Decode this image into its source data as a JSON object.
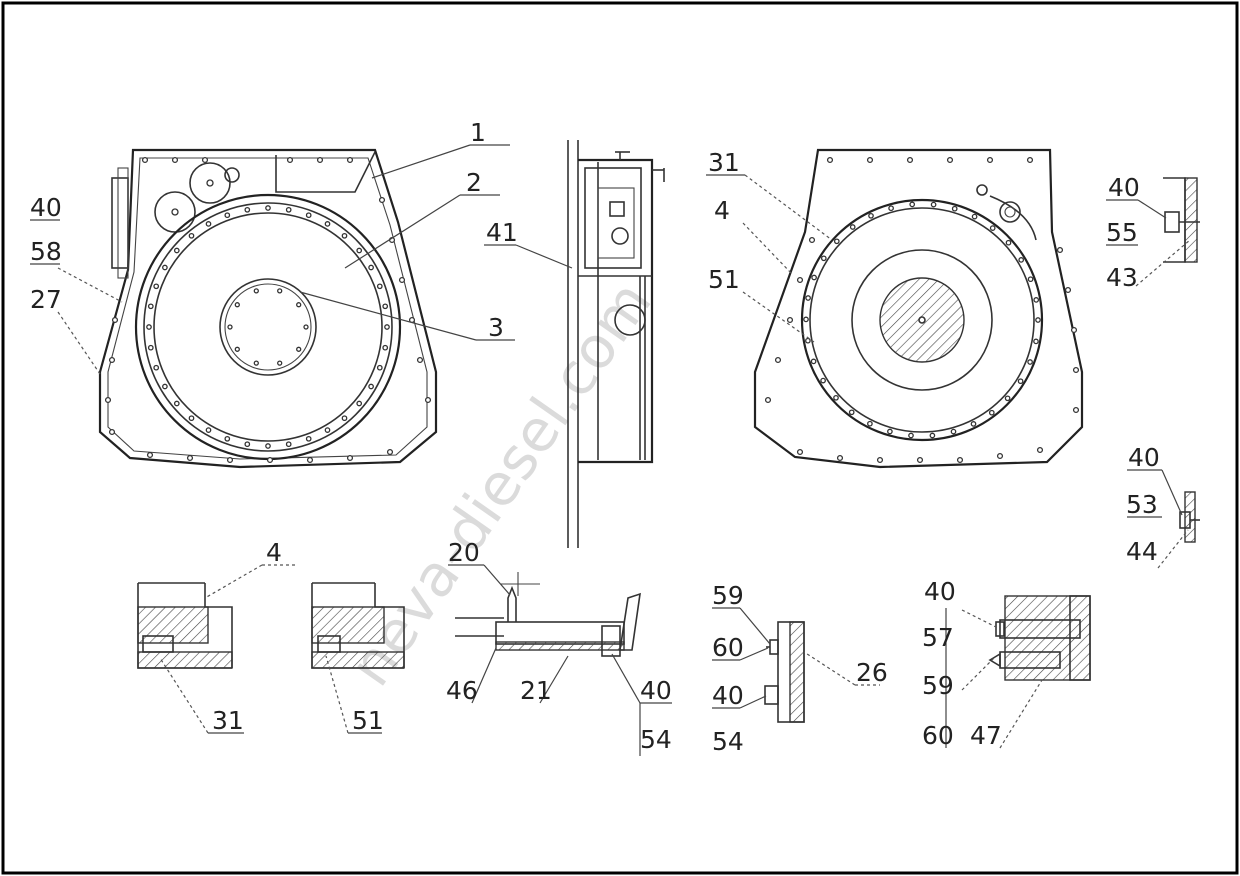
{
  "watermark": "neva-diesel.com",
  "colors": {
    "line": "#333333",
    "border": "#000000",
    "label": "#222222",
    "watermark": "#9a9a9a"
  },
  "labels": {
    "l1": "1",
    "l2": "2",
    "l3": "3",
    "l40a": "40",
    "l58": "58",
    "l27": "27",
    "l41": "41",
    "l31a": "31",
    "l4a": "4",
    "l51a": "51",
    "l40b": "40",
    "l55": "55",
    "l43": "43",
    "l40c": "40",
    "l53": "53",
    "l44": "44",
    "l4b": "4",
    "l31b": "31",
    "l51b": "51",
    "l20": "20",
    "l46": "46",
    "l21": "21",
    "l40d": "40",
    "l54a": "54",
    "l59a": "59",
    "l60a": "60",
    "l26": "26",
    "l40e": "40",
    "l54b": "54",
    "l40f": "40",
    "l57": "57",
    "l59b": "59",
    "l60b": "60",
    "l47": "47"
  }
}
